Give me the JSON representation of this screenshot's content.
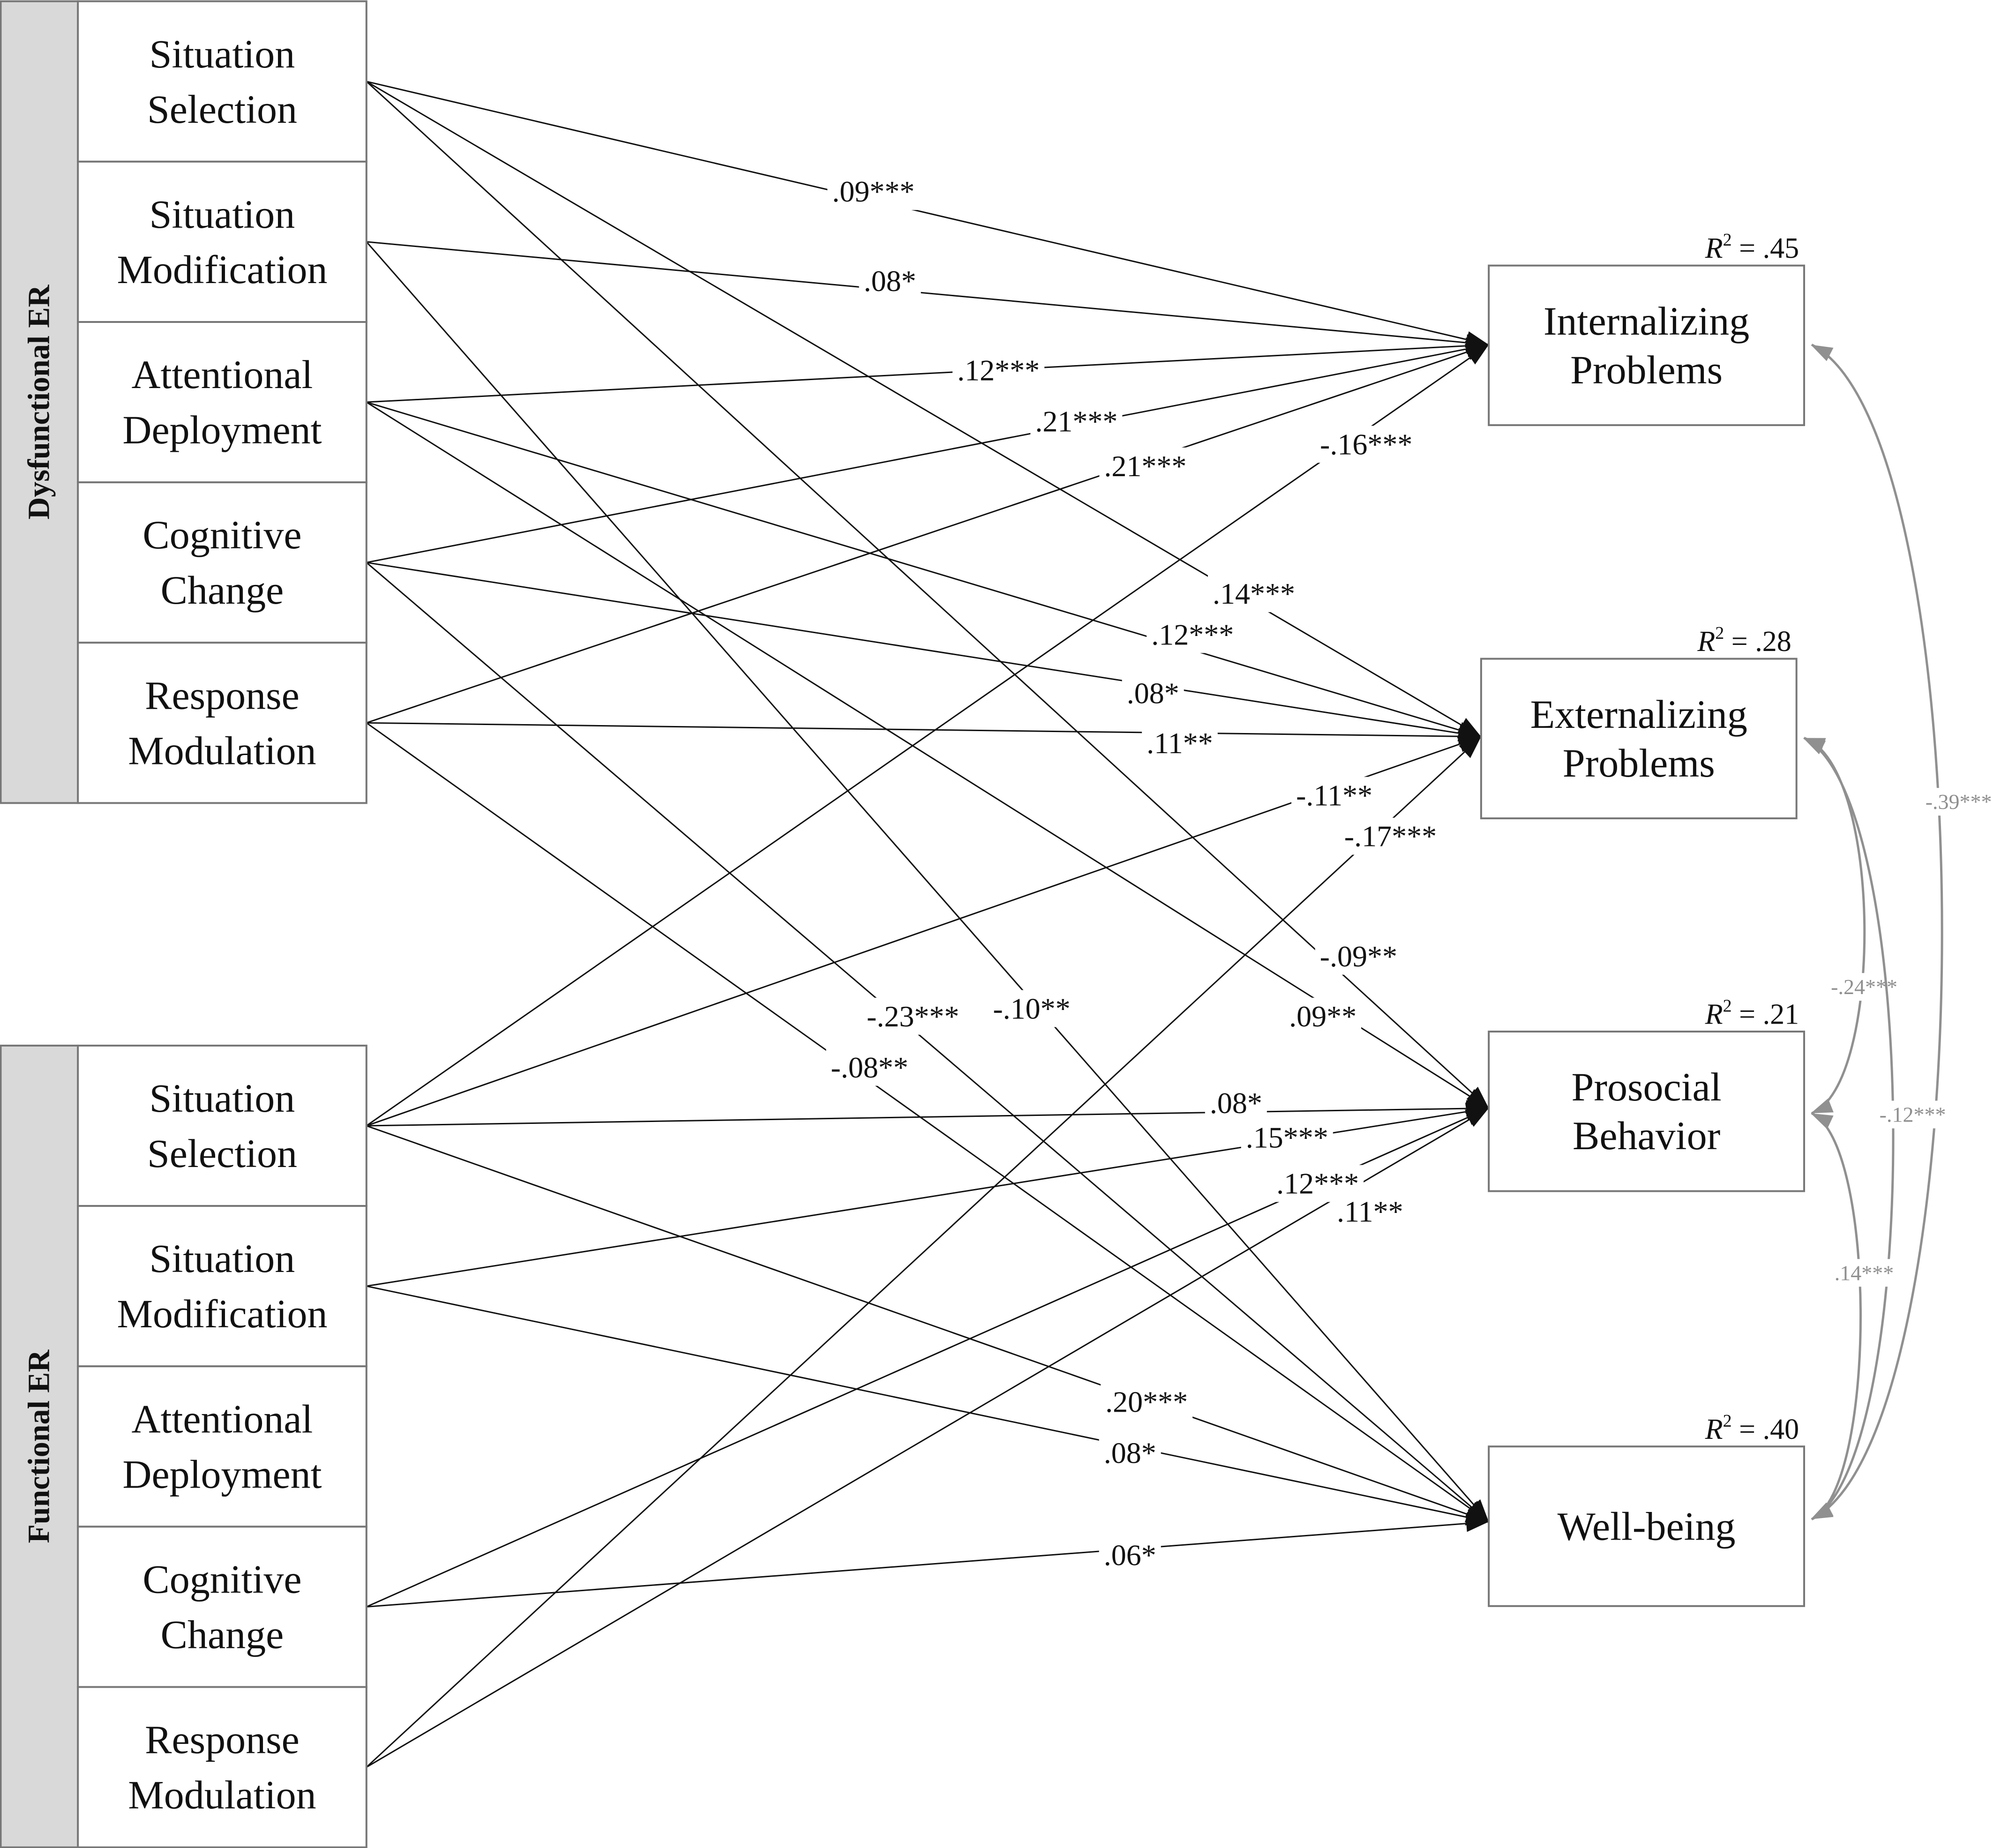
{
  "groups": [
    {
      "id": "dys",
      "label": "Dysfunctional ER",
      "predictors": [
        {
          "id": "d_ss",
          "lines": [
            "Situation",
            "Selection"
          ]
        },
        {
          "id": "d_sm",
          "lines": [
            "Situation",
            "Modification"
          ]
        },
        {
          "id": "d_ad",
          "lines": [
            "Attentional",
            "Deployment"
          ]
        },
        {
          "id": "d_cc",
          "lines": [
            "Cognitive",
            "Change"
          ]
        },
        {
          "id": "d_rm",
          "lines": [
            "Response",
            "Modulation"
          ]
        }
      ]
    },
    {
      "id": "fun",
      "label": "Functional ER",
      "predictors": [
        {
          "id": "f_ss",
          "lines": [
            "Situation",
            "Selection"
          ]
        },
        {
          "id": "f_sm",
          "lines": [
            "Situation",
            "Modification"
          ]
        },
        {
          "id": "f_ad",
          "lines": [
            "Attentional",
            "Deployment"
          ]
        },
        {
          "id": "f_cc",
          "lines": [
            "Cognitive",
            "Change"
          ]
        },
        {
          "id": "f_rm",
          "lines": [
            "Response",
            "Modulation"
          ]
        }
      ]
    }
  ],
  "outcomes": [
    {
      "id": "int",
      "lines": [
        "Internalizing",
        "Problems"
      ],
      "r2": ".45"
    },
    {
      "id": "ext",
      "lines": [
        "Externalizing",
        "Problems"
      ],
      "r2": ".28"
    },
    {
      "id": "pro",
      "lines": [
        "Prosocial",
        "Behavior"
      ],
      "r2": ".21"
    },
    {
      "id": "wb",
      "lines": [
        "Well-being"
      ],
      "r2": ".40"
    }
  ],
  "r2_prefix": "R",
  "r2_suffix": " = ",
  "paths": [
    {
      "from": "d_ss",
      "to": "int",
      "label": ".09***"
    },
    {
      "from": "d_sm",
      "to": "int",
      "label": ".08*"
    },
    {
      "from": "d_ad",
      "to": "int",
      "label": ".12***"
    },
    {
      "from": "d_cc",
      "to": "int",
      "label": ".21***"
    },
    {
      "from": "d_rm",
      "to": "int",
      "label": ".21***"
    },
    {
      "from": "f_ss",
      "to": "int",
      "label": "-.16***"
    },
    {
      "from": "d_ss",
      "to": "ext",
      "label": ".14***"
    },
    {
      "from": "d_ad",
      "to": "ext",
      "label": ".12***"
    },
    {
      "from": "d_cc",
      "to": "ext",
      "label": ".08*"
    },
    {
      "from": "d_rm",
      "to": "ext",
      "label": ".11**"
    },
    {
      "from": "f_ss",
      "to": "ext",
      "label": "-.11**"
    },
    {
      "from": "f_rm",
      "to": "ext",
      "label": "-.17***"
    },
    {
      "from": "d_ss",
      "to": "pro",
      "label": "-.09**"
    },
    {
      "from": "d_ad",
      "to": "pro",
      "label": ".09**"
    },
    {
      "from": "f_ss",
      "to": "pro",
      "label": ".08*"
    },
    {
      "from": "f_sm",
      "to": "pro",
      "label": ".15***"
    },
    {
      "from": "f_cc",
      "to": "pro",
      "label": ".12***"
    },
    {
      "from": "f_rm",
      "to": "pro",
      "label": ".11**"
    },
    {
      "from": "d_cc",
      "to": "wb",
      "label": "-.23***"
    },
    {
      "from": "d_sm",
      "to": "wb",
      "label": "-.10**"
    },
    {
      "from": "d_rm",
      "to": "wb",
      "label": "-.08**"
    },
    {
      "from": "f_ss",
      "to": "wb",
      "label": ".20***"
    },
    {
      "from": "f_sm",
      "to": "wb",
      "label": ".08*"
    },
    {
      "from": "f_cc",
      "to": "wb",
      "label": ".06*"
    }
  ],
  "correlations": [
    {
      "a": "int",
      "b": "wb",
      "label": "-.39***"
    },
    {
      "a": "ext",
      "b": "pro",
      "label": "-.24***"
    },
    {
      "a": "ext",
      "b": "wb",
      "label": "-.12***"
    },
    {
      "a": "pro",
      "b": "wb",
      "label": ".14***"
    }
  ],
  "colors": {
    "line": "#111111",
    "arrowhead": "#111111",
    "correlation": "#909090",
    "group_bar": "#d9d9d9",
    "box_border": "#777777"
  }
}
